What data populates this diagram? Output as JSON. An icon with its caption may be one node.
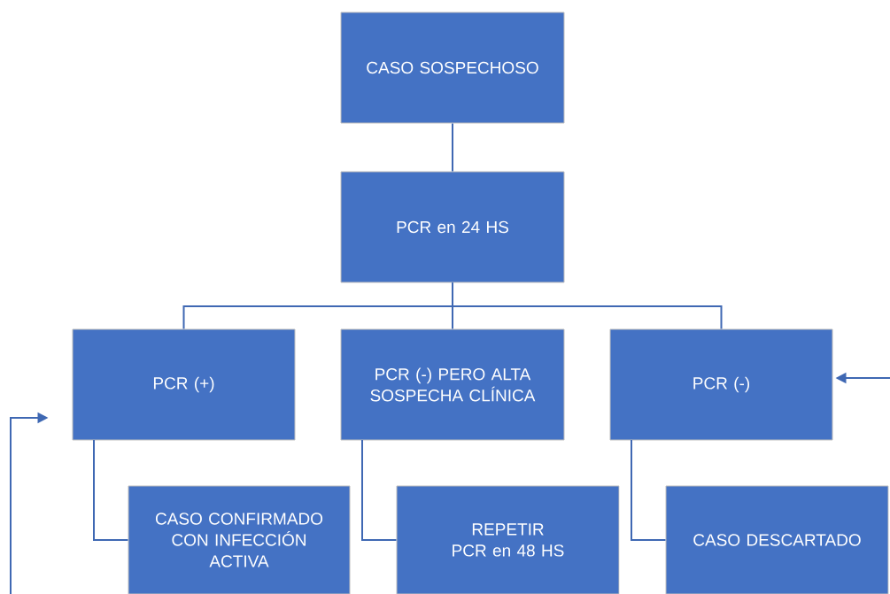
{
  "diagram": {
    "nodes": [
      {
        "text": [
          "CASO SOSPECHOSO"
        ]
      },
      {
        "text": [
          "PCR en 24 HS"
        ]
      },
      {
        "text": [
          "PCR (+)"
        ]
      },
      {
        "text": [
          "PCR (-) PERO ALTA SOSPECHA CLÍNICA"
        ]
      },
      {
        "text": [
          "PCR (-)"
        ]
      },
      {
        "text": [
          "CASO CONFIRMADO CON INFECCIÓN ACTIVA"
        ]
      },
      {
        "text": [
          "REPETIR PCR en 48 HS"
        ]
      },
      {
        "text": [
          "CASO DESCARTADO"
        ]
      }
    ],
    "edges": [
      {
        "from": 0,
        "to": 1,
        "arrow": "none"
      },
      {
        "from": 1,
        "to": 2,
        "arrow": "none"
      },
      {
        "from": 1,
        "to": 3,
        "arrow": "none"
      },
      {
        "from": 1,
        "to": 4,
        "arrow": "none"
      },
      {
        "from": 2,
        "to": 5,
        "arrow": "none"
      },
      {
        "from": 3,
        "to": 6,
        "arrow": "none"
      },
      {
        "from": 4,
        "to": 7,
        "arrow": "none"
      },
      {
        "from": null,
        "to": 2,
        "arrow": "to"
      },
      {
        "from": null,
        "to": 4,
        "arrow": "to"
      }
    ]
  }
}
